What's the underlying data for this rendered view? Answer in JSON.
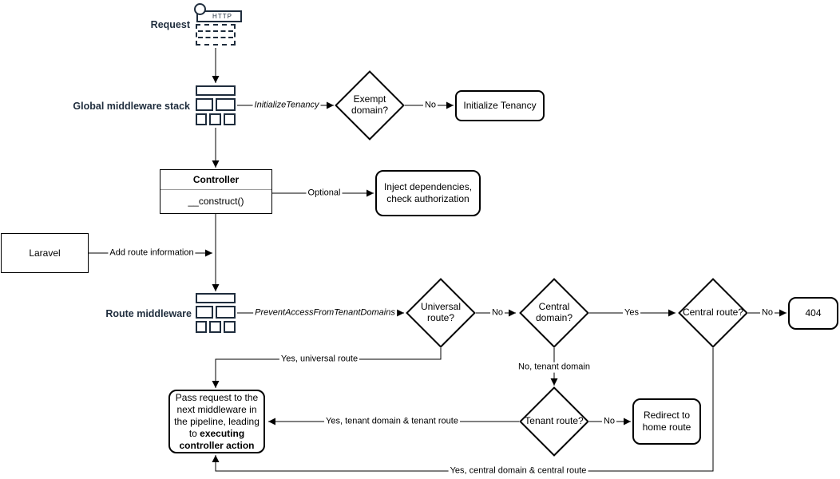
{
  "colors": {
    "navy": "#1f2d3d",
    "stroke": "#000000",
    "background": "#ffffff"
  },
  "stage_labels": {
    "request": "Request",
    "global_middleware": "Global middleware stack",
    "route_middleware": "Route middleware"
  },
  "icons": {
    "http_label": "HTTP"
  },
  "nodes": {
    "exempt_domain": "Exempt domain?",
    "initialize_tenancy": "Initialize Tenancy",
    "controller_title": "Controller",
    "controller_method": "__construct()",
    "inject_dependencies": "Inject dependencies, check authorization",
    "laravel": "Laravel",
    "universal_route": "Universal route?",
    "central_domain": "Central domain?",
    "central_route": "Central route?",
    "not_found": "404",
    "tenant_route": "Tenant route?",
    "redirect_home": "Redirect to home route",
    "pass_request_text": "Pass request to the next middleware in the pipeline, leading to ",
    "pass_request_bold": "executing controller action"
  },
  "edge_labels": {
    "initialize_tenancy_middleware": "InitializeTenancy",
    "exempt_no": "No",
    "optional": "Optional",
    "add_route_information": "Add route information",
    "prevent_access_middleware": "PreventAccessFromTenantDomains",
    "universal_no": "No",
    "central_domain_yes": "Yes",
    "central_route_no": "No",
    "yes_universal_route": "Yes, universal route",
    "no_tenant_domain": "No, tenant domain",
    "tenant_route_no": "No",
    "yes_tenant_domain_route": "Yes, tenant domain & tenant route",
    "yes_central_domain_route": "Yes, central domain & central route"
  }
}
